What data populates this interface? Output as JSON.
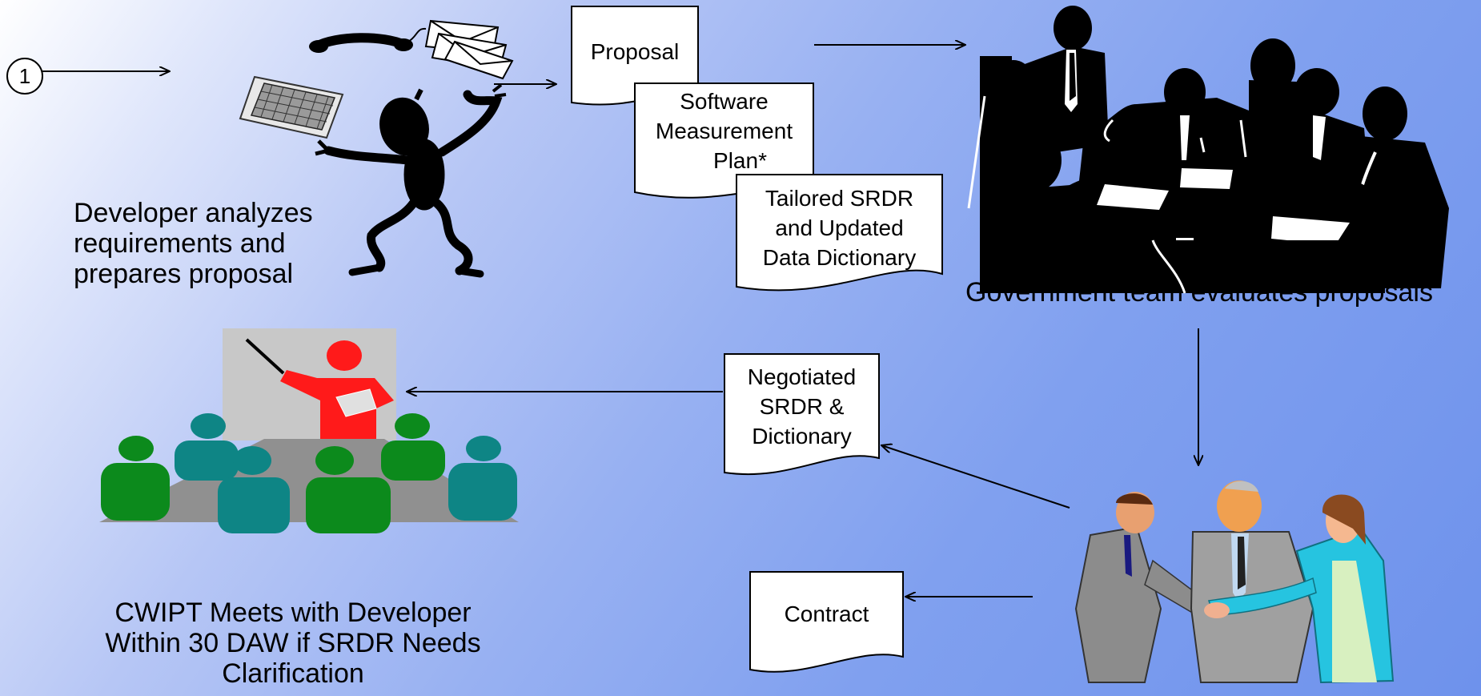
{
  "step": {
    "number": "1"
  },
  "developer": {
    "caption": [
      "Developer analyzes",
      "requirements and",
      "prepares proposal"
    ]
  },
  "documents": {
    "proposal": [
      "Proposal"
    ],
    "measurement_plan": [
      "Software",
      "Measurement",
      "Plan*"
    ],
    "tailored_srdr": [
      "Tailored SRDR",
      "and Updated",
      "Data Dictionary"
    ],
    "negotiated": [
      "Negotiated",
      "SRDR &",
      "Dictionary"
    ],
    "contract": [
      "Contract"
    ]
  },
  "government": {
    "caption": "Government team evaluates proposals"
  },
  "cwipt": {
    "caption": [
      "CWIPT Meets with Developer",
      "Within 30 DAW if SRDR Needs",
      "Clarification"
    ]
  },
  "colors": {
    "arrow": "#000000",
    "presenter": "#ff1a1a",
    "screen": "#c8c8c8",
    "table": "#909090",
    "teal": "#0e8585",
    "green": "#0c8a1c"
  }
}
